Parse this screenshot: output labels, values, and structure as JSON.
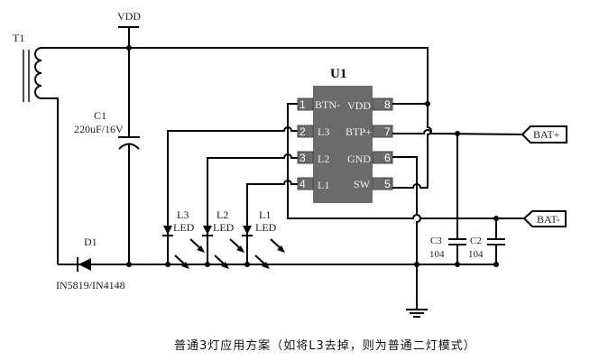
{
  "diagram": {
    "type": "circuit-schematic",
    "power_label": "VDD",
    "transformer": {
      "ref": "T1"
    },
    "capacitors": [
      {
        "ref": "C1",
        "value": "220uF/16V",
        "kind": "electrolytic"
      },
      {
        "ref": "C3",
        "value": "104",
        "kind": "ceramic"
      },
      {
        "ref": "C2",
        "value": "104",
        "kind": "ceramic"
      }
    ],
    "diode": {
      "ref": "D1",
      "part": "IN5819/IN4148"
    },
    "leds": [
      {
        "ref": "L3",
        "type": "LED"
      },
      {
        "ref": "L2",
        "type": "LED"
      },
      {
        "ref": "L1",
        "type": "LED"
      }
    ],
    "ic": {
      "ref": "U1",
      "left_pins": [
        {
          "num": "1",
          "name": "BTN-"
        },
        {
          "num": "2",
          "name": "L3"
        },
        {
          "num": "3",
          "name": "L2"
        },
        {
          "num": "4",
          "name": "L1"
        }
      ],
      "right_pins": [
        {
          "num": "8",
          "name": "VDD"
        },
        {
          "num": "7",
          "name": "BTP+"
        },
        {
          "num": "6",
          "name": "GND"
        },
        {
          "num": "5",
          "name": "SW"
        }
      ]
    },
    "ports": [
      {
        "name": "BAT+"
      },
      {
        "name": "BAT-"
      }
    ],
    "caption": "普通3灯应用方案（如将L3去掉，则为普通二灯模式）",
    "colors": {
      "wire": "#000000",
      "ic_body": "#6b6b6b",
      "background": "#ffffff"
    }
  }
}
